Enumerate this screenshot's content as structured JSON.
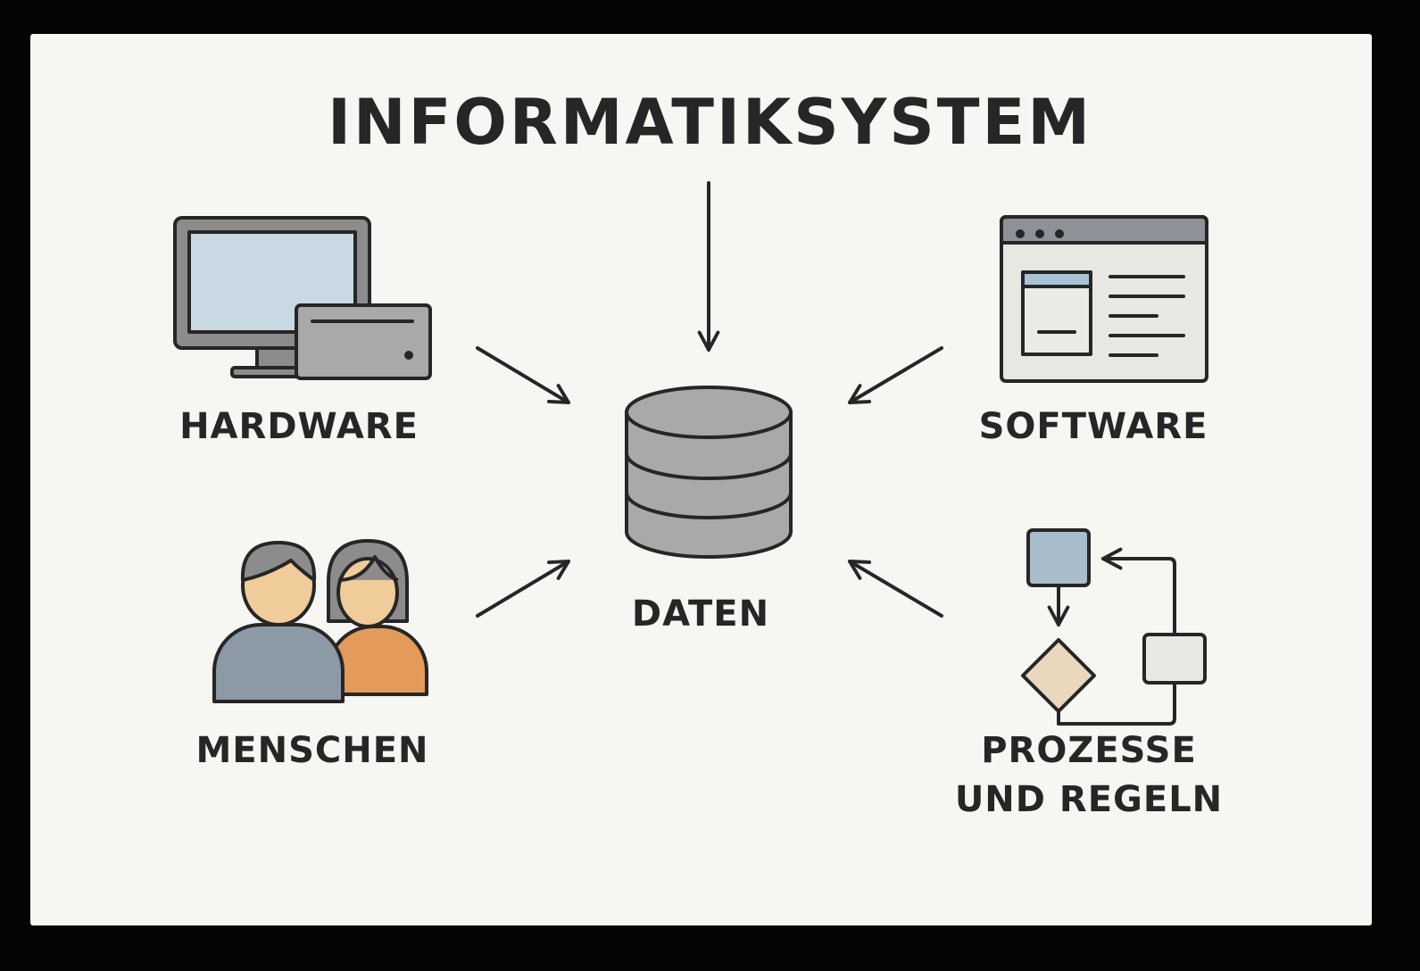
{
  "title": "INFORMATIKSYSTEM",
  "center": {
    "label": "DATEN",
    "icon": "database-icon"
  },
  "nodes": {
    "hardware": {
      "label": "HARDWARE",
      "icon": "computer-icon"
    },
    "software": {
      "label": "SOFTWARE",
      "icon": "application-window-icon"
    },
    "menschen": {
      "label": "MENSCHEN",
      "icon": "people-icon"
    },
    "prozesse": {
      "label_line1": "PROZESSE",
      "label_line2": "UND REGELN",
      "icon": "flowchart-icon"
    }
  },
  "colors": {
    "background": "#f6f6f3",
    "border": "#050505",
    "ink": "#262626",
    "gray": "#a9a9a9",
    "screen": "#c9d9e3",
    "blue_gray": "#8c9aa6",
    "skin": "#f0cc9a",
    "orange": "#e39a5a",
    "beige": "#e9d8bd",
    "light_box": "#e8e8e3"
  }
}
